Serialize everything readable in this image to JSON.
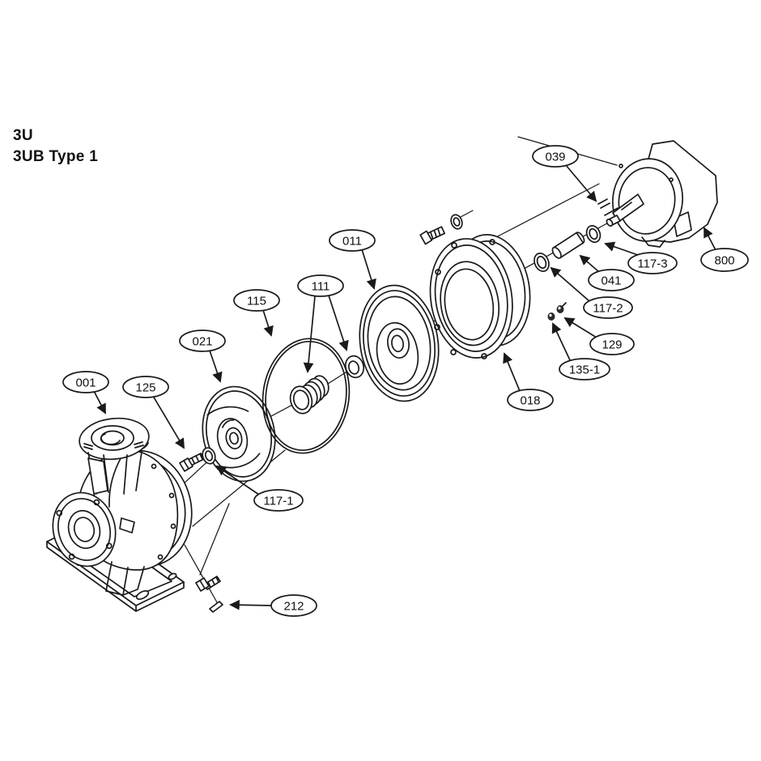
{
  "page": {
    "background": "#ffffff",
    "ink": "#1a1a1a"
  },
  "title": {
    "line1": "3U",
    "line2": "3UB Type 1"
  },
  "diagram": {
    "kind": "exploded-parts-diagram",
    "callouts": [
      {
        "label": "001"
      },
      {
        "label": "011"
      },
      {
        "label": "018"
      },
      {
        "label": "021"
      },
      {
        "label": "039"
      },
      {
        "label": "041"
      },
      {
        "label": "111"
      },
      {
        "label": "115"
      },
      {
        "label": "117-1"
      },
      {
        "label": "117-2"
      },
      {
        "label": "117-3"
      },
      {
        "label": "125"
      },
      {
        "label": "129"
      },
      {
        "label": "135-1"
      },
      {
        "label": "212"
      },
      {
        "label": "800"
      }
    ]
  }
}
